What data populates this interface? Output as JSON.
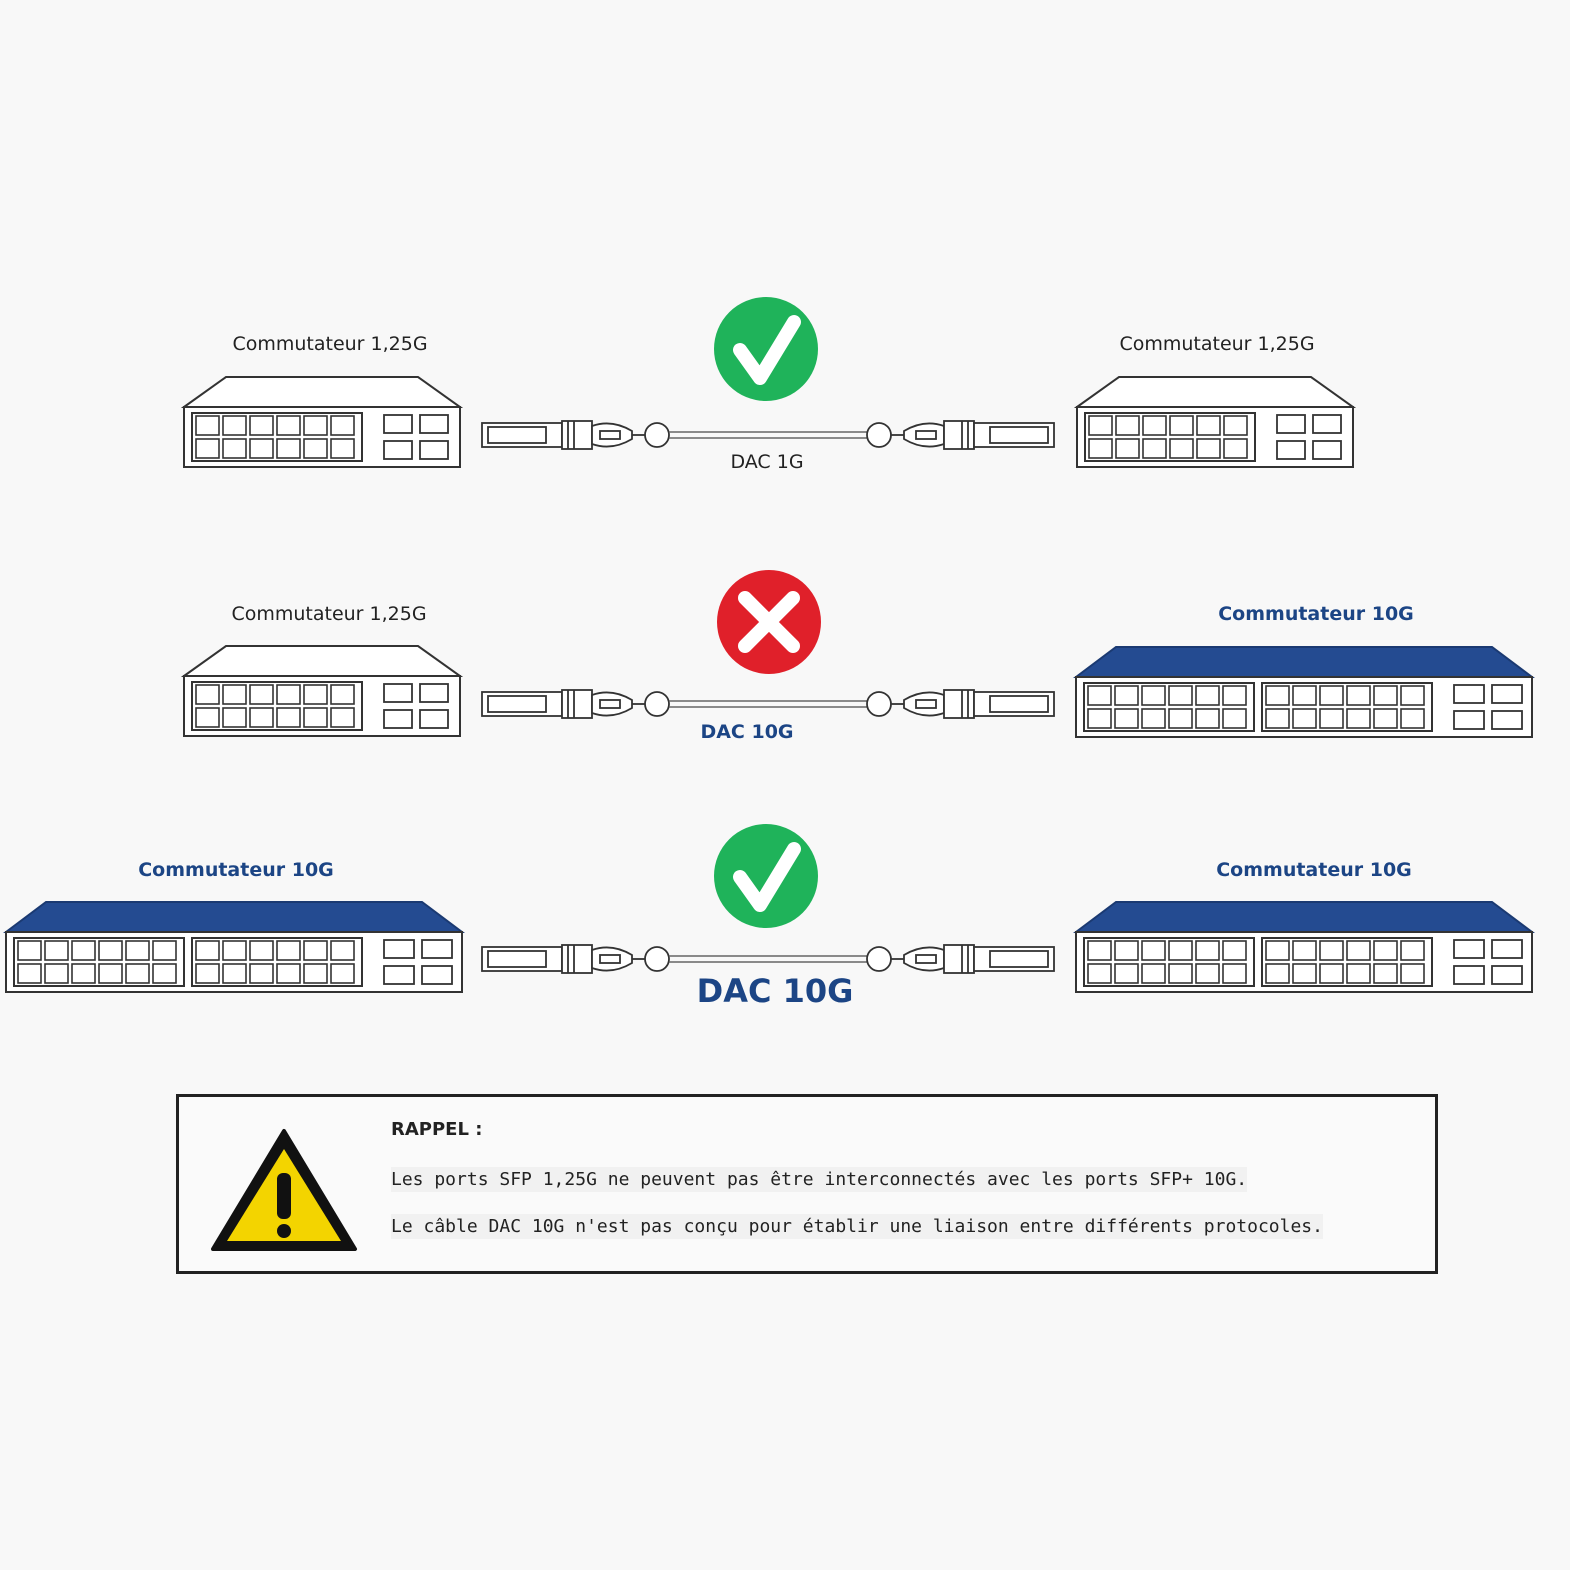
{
  "rows": [
    {
      "status": "ok",
      "left_label": "Commutateur 1,25G",
      "right_label": "Commutateur 1,25G",
      "cable_label": "DAC 1G"
    },
    {
      "status": "error",
      "left_label": "Commutateur 1,25G",
      "right_label": "Commutateur 10G",
      "cable_label": "DAC 10G"
    },
    {
      "status": "ok",
      "left_label": "Commutateur 10G",
      "right_label": "Commutateur 10G",
      "cable_label": "DAC 10G"
    }
  ],
  "reminder": {
    "title": "RAPPEL :",
    "lines": [
      "Les ports SFP 1,25G ne peuvent pas être interconnectés avec les ports SFP+ 10G.",
      "Le câble DAC 10G n'est pas conçu pour établir une liaison entre différents protocoles."
    ],
    "icon": "warning-icon"
  },
  "colors": {
    "switch_10g_top": "#244b91",
    "label_blue": "#1c4585",
    "ok_green": "#1fb35a",
    "error_red": "#e0202a",
    "warning_yellow": "#f3d400"
  }
}
